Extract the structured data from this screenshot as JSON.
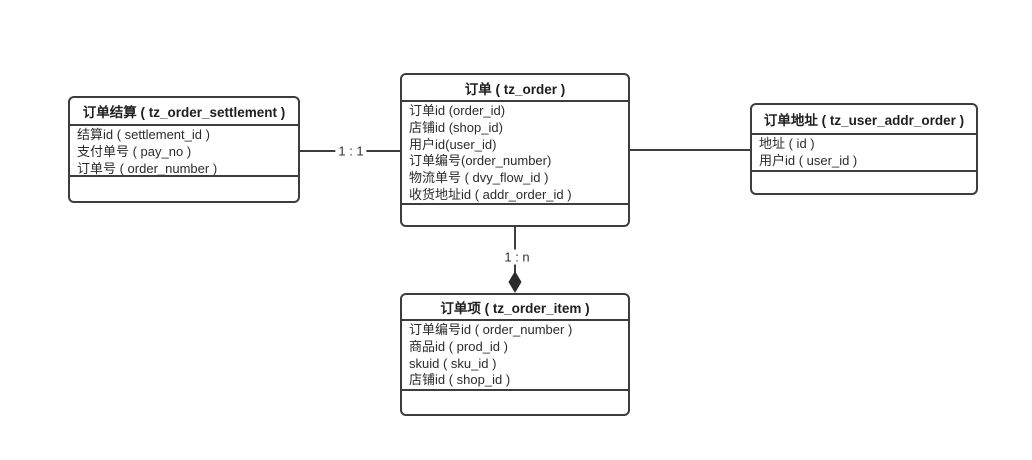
{
  "diagram": {
    "tables": {
      "settlement": {
        "title": "订单结算 ( tz_order_settlement )",
        "fields": [
          "结算id ( settlement_id )",
          "支付单号 ( pay_no )",
          "订单号 ( order_number )"
        ]
      },
      "order": {
        "title": "订单 ( tz_order )",
        "fields": [
          "订单id (order_id)",
          "店铺id (shop_id)",
          "用户id(user_id)",
          "订单编号(order_number)",
          "物流单号 ( dvy_flow_id )",
          "收货地址id ( addr_order_id )"
        ]
      },
      "user_addr_order": {
        "title": "订单地址 ( tz_user_addr_order )",
        "fields": [
          "地址 ( id )",
          "用户id ( user_id )"
        ]
      },
      "order_item": {
        "title": "订单项 ( tz_order_item )",
        "fields": [
          "订单编号id ( order_number )",
          "商品id ( prod_id )",
          "skuid ( sku_id )",
          "店铺id ( shop_id )"
        ]
      }
    },
    "relations": {
      "settlement_order": {
        "label": "1 : 1"
      },
      "order_item": {
        "label": "1 : n"
      }
    },
    "colors": {
      "line": "#3d3d3d",
      "text": "#2b2b2b",
      "background": "#ffffff"
    }
  }
}
